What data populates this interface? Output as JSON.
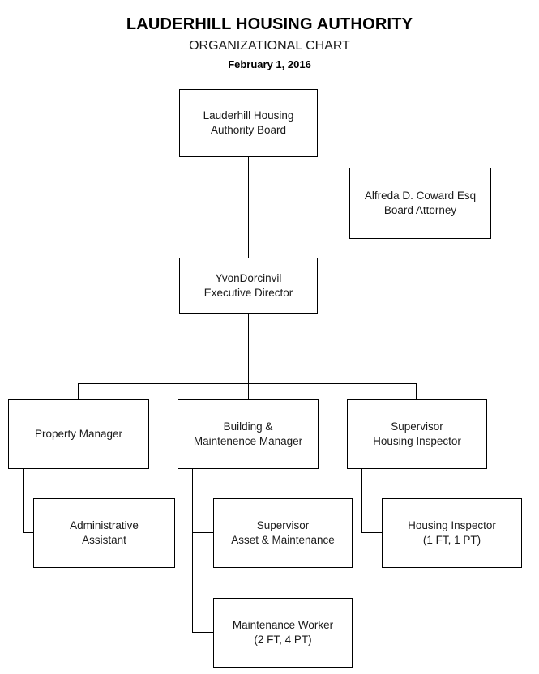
{
  "document": {
    "title_main": "LAUDERHILL HOUSING AUTHORITY",
    "title_sub": "ORGANIZATIONAL CHART",
    "title_date": "February 1, 2016"
  },
  "colors": {
    "background": "#ffffff",
    "line": "#000000",
    "text": "#1a1a1a",
    "heading": "#000000"
  },
  "chart_data": {
    "type": "diagram",
    "diagram_kind": "organizational-chart",
    "title": "LAUDERHILL HOUSING AUTHORITY",
    "subtitle": "ORGANIZATIONAL CHART",
    "date": "February 1, 2016",
    "nodes": [
      {
        "id": "board",
        "label": "Lauderhill Housing\nAuthority Board",
        "line1": "Lauderhill Housing",
        "line2": "Authority Board",
        "level": 0
      },
      {
        "id": "attorney",
        "label": "Alfreda D. Coward Esq\nBoard Attorney",
        "line1": "Alfreda D. Coward Esq",
        "line2": "Board Attorney",
        "level": 1,
        "relation": "staff"
      },
      {
        "id": "executive-director",
        "label": "YvonDorcinvil\nExecutive Director",
        "line1": "YvonDorcinvil",
        "line2": "Executive Director",
        "level": 1
      },
      {
        "id": "property-manager",
        "label": "Property Manager",
        "line1": "Property Manager",
        "line2": "",
        "level": 2
      },
      {
        "id": "building-maintenance-manager",
        "label": "Building &\nMaintenence Manager",
        "line1": "Building &",
        "line2": "Maintenence Manager",
        "level": 2
      },
      {
        "id": "supervisor-housing-inspector",
        "label": "Supervisor\nHousing Inspector",
        "line1": "Supervisor",
        "line2": "Housing Inspector",
        "level": 2
      },
      {
        "id": "administrative-assistant",
        "label": "Administrative\nAssistant",
        "line1": "Administrative",
        "line2": "Assistant",
        "level": 3
      },
      {
        "id": "supervisor-asset-maintenance",
        "label": "Supervisor\nAsset & Maintenance",
        "line1": "Supervisor",
        "line2": "Asset & Maintenance",
        "level": 3
      },
      {
        "id": "housing-inspector",
        "label": "Housing Inspector\n(1 FT, 1 PT)",
        "line1": "Housing Inspector",
        "line2": "(1 FT, 1 PT)",
        "level": 3,
        "headcount": "1 FT, 1 PT"
      },
      {
        "id": "maintenance-worker",
        "label": "Maintenance Worker\n(2 FT, 4 PT)",
        "line1": "Maintenance Worker",
        "line2": "(2 FT, 4 PT)",
        "level": 3,
        "headcount": "2 FT, 4 PT"
      }
    ],
    "edges": [
      {
        "from": "board",
        "to": "attorney"
      },
      {
        "from": "board",
        "to": "executive-director"
      },
      {
        "from": "executive-director",
        "to": "property-manager"
      },
      {
        "from": "executive-director",
        "to": "building-maintenance-manager"
      },
      {
        "from": "executive-director",
        "to": "supervisor-housing-inspector"
      },
      {
        "from": "property-manager",
        "to": "administrative-assistant"
      },
      {
        "from": "building-maintenance-manager",
        "to": "supervisor-asset-maintenance"
      },
      {
        "from": "building-maintenance-manager",
        "to": "maintenance-worker"
      },
      {
        "from": "supervisor-housing-inspector",
        "to": "housing-inspector"
      }
    ]
  }
}
